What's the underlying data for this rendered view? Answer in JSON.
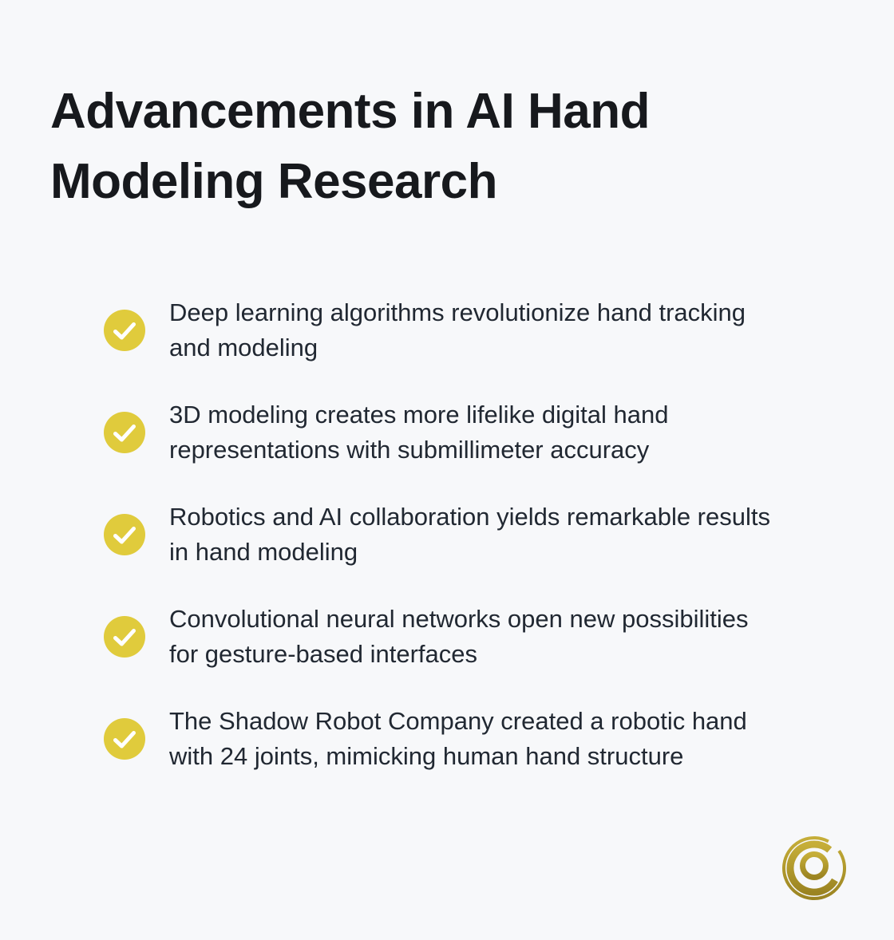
{
  "title": "Advancements in AI Hand\nModeling Research",
  "bullets": [
    {
      "text": "Deep learning algorithms revolutionize hand tracking\nand modeling"
    },
    {
      "text": "3D modeling creates more lifelike digital hand\nrepresentations with submillimeter accuracy"
    },
    {
      "text": "Robotics and AI collaboration yields remarkable results\nin hand modeling"
    },
    {
      "text": "Convolutional neural networks open new possibilities\nfor gesture-based interfaces"
    },
    {
      "text": "The Shadow Robot Company created a robotic hand\nwith 24 joints, mimicking human hand structure"
    }
  ],
  "icons": {
    "bullet_icon": "check-icon",
    "logo_icon": "cq-monogram-logo"
  },
  "colors": {
    "background": "#f7f8fa",
    "title_text": "#17191d",
    "body_text": "#212832",
    "check_circle": "#e0cb3c",
    "check_mark": "#ffffff",
    "logo_gold_light": "#c6ae39",
    "logo_gold_dark": "#9b8421"
  }
}
